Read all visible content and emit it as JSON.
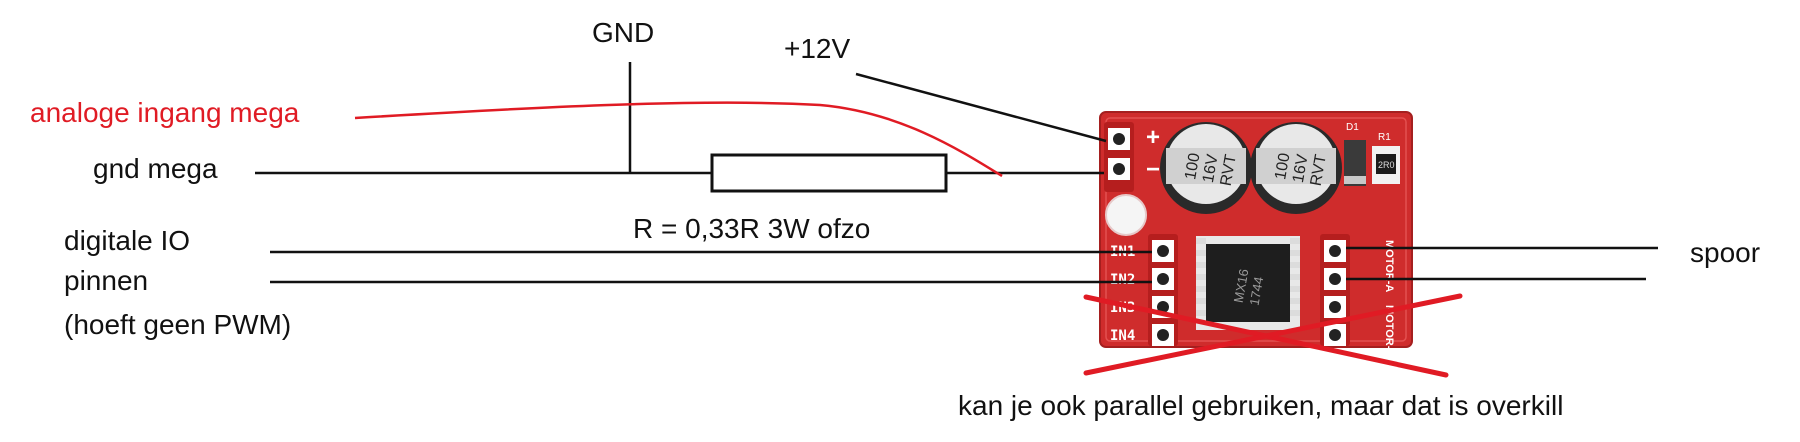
{
  "labels": {
    "gnd": "GND",
    "plus12v": "+12V",
    "analog_in": "analoge ingang mega",
    "gnd_mega": "gnd mega",
    "resistor": "R = 0,33R 3W ofzo",
    "digital_io": "digitale IO",
    "pins": "pinnen",
    "no_pwm": "(hoeft geen PWM)",
    "track": "spoor",
    "parallel_note": "kan je ook parallel gebruiken, maar dat is overkill"
  },
  "board": {
    "plus": "+",
    "minus": "−",
    "inputs": [
      "IN1",
      "IN2",
      "IN3",
      "IN4"
    ],
    "motor_a": "MOTOR-A",
    "motor_b": "MOTOR-B",
    "cap_labels": [
      "100",
      "16V",
      "RVT"
    ],
    "chip_labels": [
      "MX16",
      "1744"
    ],
    "r1": "R1",
    "d1": "D1",
    "r_value": "2R0"
  },
  "colors": {
    "wire": "#111111",
    "annotation": "#e01b24",
    "pcb": "#cf2c2c"
  }
}
